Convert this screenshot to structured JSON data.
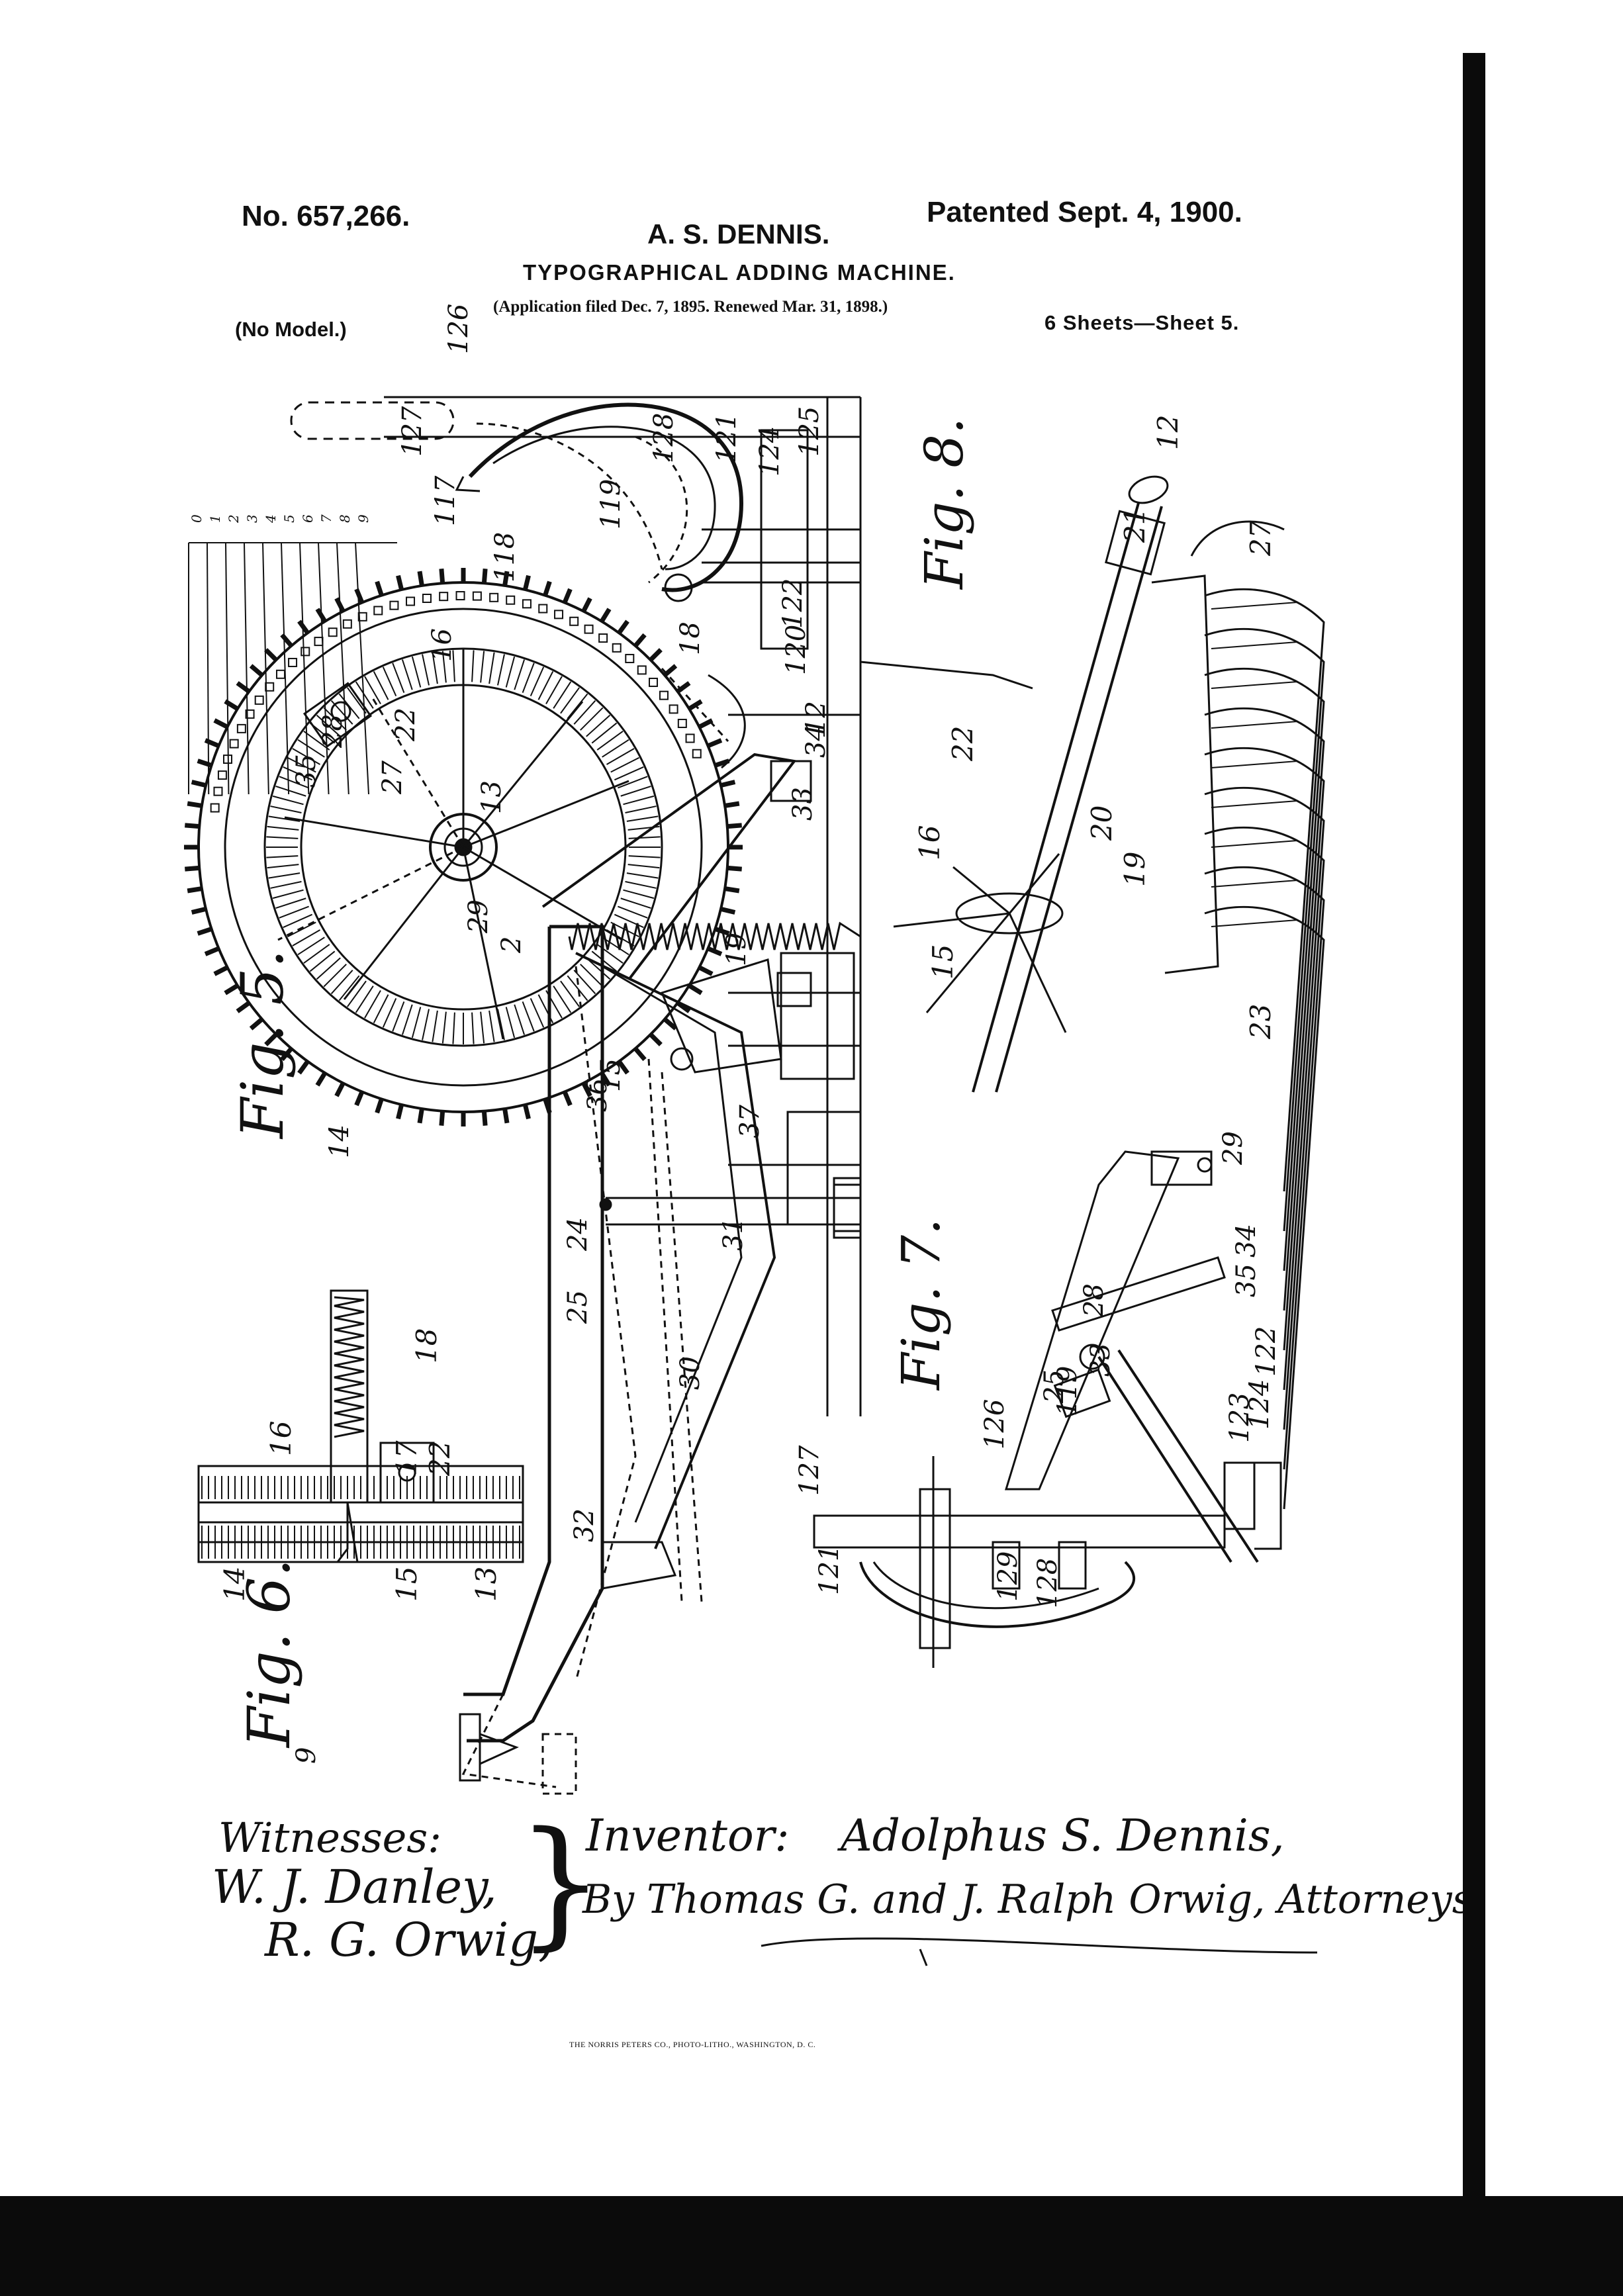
{
  "header": {
    "patent_number": "No. 657,266.",
    "patented_date": "Patented Sept. 4, 1900.",
    "inventor_name": "A. S. DENNIS.",
    "title": "TYPOGRAPHICAL ADDING MACHINE.",
    "application": "(Application filed Dec. 7, 1895. Renewed Mar. 31, 1898.)",
    "model": "(No Model.)",
    "sheets": "6 Sheets—Sheet 5."
  },
  "figures": {
    "fig5": "Fig. 5.",
    "fig6": "Fig. 6.",
    "fig7": "Fig. 7.",
    "fig8": "Fig. 8."
  },
  "reference_numerals": {
    "fig5": [
      "126",
      "127",
      "128",
      "119",
      "121",
      "124",
      "125",
      "117",
      "118",
      "120",
      "122",
      "16",
      "18",
      "28",
      "22",
      "12",
      "34",
      "35",
      "13",
      "27",
      "33",
      "2",
      "29",
      "19",
      "15",
      "37",
      "14",
      "36",
      "24",
      "31",
      "25",
      "30",
      "32",
      "9"
    ],
    "scale_digits": [
      "0",
      "1",
      "2",
      "3",
      "4",
      "5",
      "6",
      "7",
      "8",
      "9"
    ],
    "fig6": [
      "18",
      "17",
      "16",
      "22",
      "14",
      "15",
      "13"
    ],
    "fig7": [
      "29",
      "28",
      "34",
      "35",
      "33",
      "25",
      "122",
      "119",
      "124",
      "123",
      "126",
      "127",
      "121",
      "129",
      "128"
    ],
    "fig8": [
      "12",
      "21",
      "27",
      "22",
      "16",
      "20",
      "19",
      "15",
      "23"
    ]
  },
  "signatures": {
    "witnesses_label": "Witnesses:",
    "witness_1": "W. J. Danley,",
    "witness_2": "R. G. Orwig,",
    "inventor_label": "Inventor:",
    "inventor_signature": "Adolphus S. Dennis,",
    "attorneys": "By Thomas G. and J. Ralph Orwig, Attorneys."
  },
  "footer": {
    "printer": "THE NORRIS PETERS CO., PHOTO-LITHO., WASHINGTON, D. C."
  },
  "colors": {
    "ink": "#111111",
    "paper": "#ffffff",
    "scan_border": "#0b0b0b"
  }
}
